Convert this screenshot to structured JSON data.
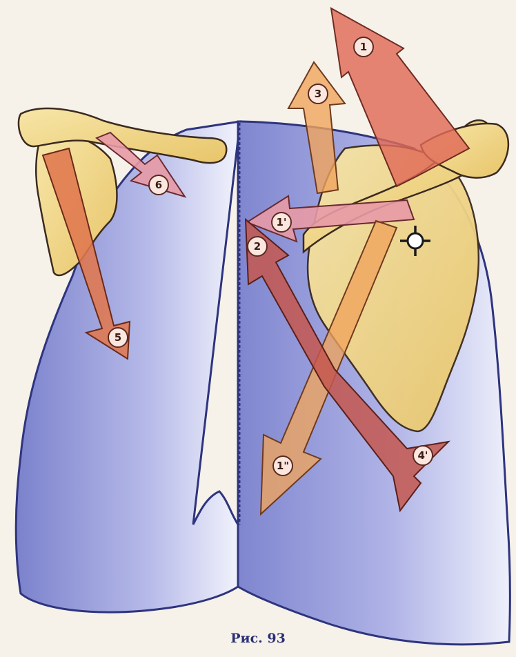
{
  "caption": "Рис. 93",
  "arrow_labels": {
    "a1": "1",
    "a1p": "1'",
    "a1pp": "1\"",
    "a2": "2",
    "a3": "3",
    "a4p": "4'",
    "a5": "5",
    "a6": "6"
  },
  "colors": {
    "lung": "#8f96d6",
    "bone": "#f1d98c",
    "arrow_red": "#e06a58",
    "arrow_orange": "#f0a45c",
    "arrow_pink": "#e79aa6",
    "arrow_dark": "#c4574f",
    "caption": "#2a2f74"
  },
  "icons": [
    "target-crosshair-icon"
  ]
}
